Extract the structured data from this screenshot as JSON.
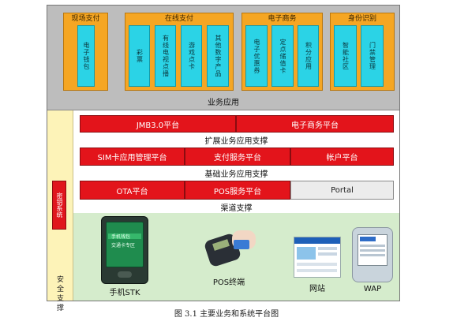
{
  "business": {
    "groups": [
      {
        "title": "现场支付",
        "items": [
          "电子钱包"
        ]
      },
      {
        "title": "在线支付",
        "items": [
          "彩票",
          "有线电视点播",
          "游戏点卡",
          "其他数字产品"
        ]
      },
      {
        "title": "电子商务",
        "items": [
          "电子优惠券",
          "定点储值卡",
          "积分应用"
        ]
      },
      {
        "title": "身份识别",
        "items": [
          "智能社区",
          "门禁管理"
        ]
      }
    ],
    "label": "业务应用"
  },
  "security": {
    "key_system": "密钥系统",
    "label": "安全支撑"
  },
  "platforms": {
    "row1": [
      "JMB3.0平台",
      "电子商务平台"
    ],
    "row1_label": "扩展业务应用支撑",
    "row2": [
      "SIM卡应用管理平台",
      "支付服务平台",
      "帐户平台"
    ],
    "row2_label": "基础业务应用支撑",
    "row3": [
      "OTA平台",
      "POS服务平台",
      "Portal"
    ],
    "row3_label": "渠道支撑"
  },
  "terminals": {
    "phone_screen": [
      "手机钱包",
      "交通卡专区"
    ],
    "items": [
      "手机STK",
      "POS终端",
      "网站",
      "WAP"
    ]
  },
  "caption": "图 3.1 主要业务和系统平台图",
  "colors": {
    "platform_red": "#e3141b",
    "biz_orange": "#f5a623",
    "biz_cyan": "#2bd3e6",
    "security_yellow": "#fdf3b8",
    "terminal_green": "#d5eccc"
  }
}
